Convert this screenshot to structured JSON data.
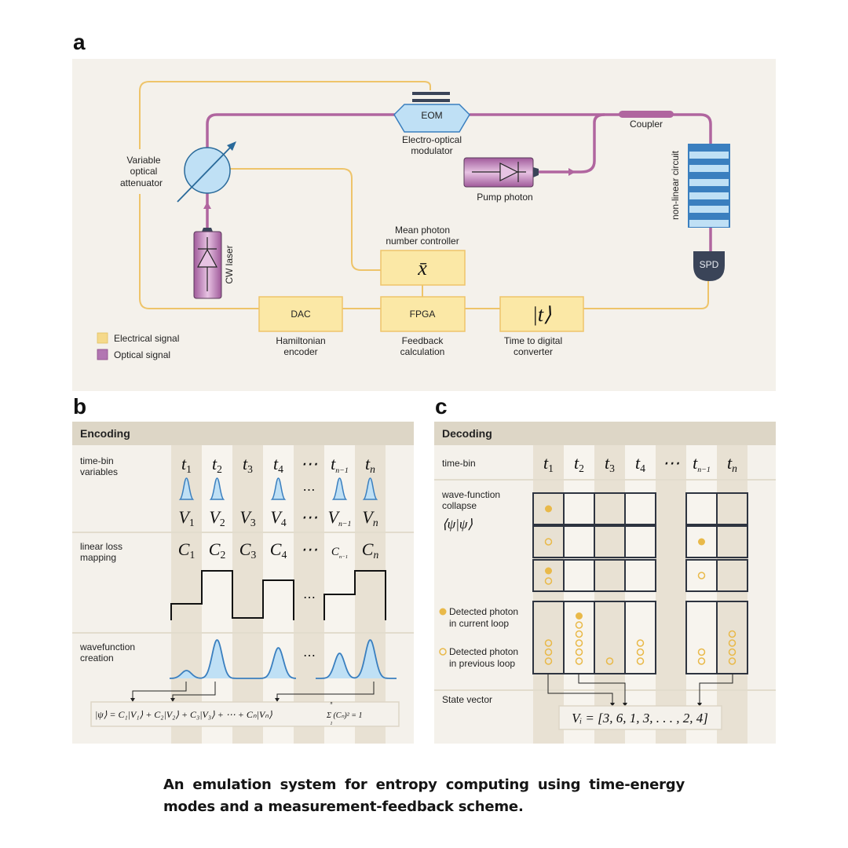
{
  "panels": {
    "a": {
      "letter": "a",
      "components": {
        "eom": {
          "label": "EOM",
          "caption_line1": "Electro-optical",
          "caption_line2": "modulator"
        },
        "coupler": {
          "label": "Coupler"
        },
        "voa": {
          "caption_line1": "Variable",
          "caption_line2": "optical",
          "caption_line3": "attenuator"
        },
        "pump": {
          "caption": "Pump photon"
        },
        "nonlinear": {
          "caption": "non-linear circuit"
        },
        "spd": {
          "label": "SPD"
        },
        "cw_laser": {
          "caption": "CW laser"
        },
        "mean_photon": {
          "symbol": "x̄",
          "caption_line1": "Mean photon",
          "caption_line2": "number controller"
        },
        "dac": {
          "label": "DAC",
          "caption_line1": "Hamiltonian",
          "caption_line2": "encoder"
        },
        "fpga": {
          "label": "FPGA",
          "caption_line1": "Feedback",
          "caption_line2": "calculation"
        },
        "tdc": {
          "symbol": "|t⟩",
          "caption_line1": "Time to digital",
          "caption_line2": "converter"
        }
      },
      "legend": [
        {
          "label": "Electrical signal",
          "color": "#f5d98a"
        },
        {
          "label": "Optical signal",
          "color": "#b276b2"
        }
      ],
      "colors": {
        "electrical": "#eec46a",
        "optical": "#b0659f",
        "panel_bg": "#f4f1eb",
        "box_fill": "#fbe8a6",
        "blue": "#bfe0f5",
        "blue_dark": "#3a7fbf"
      }
    },
    "b": {
      "letter": "b",
      "header": "Encoding",
      "rows": {
        "timebin_label_1": "time-bin",
        "timebin_label_2": "variables",
        "loss_label_1": "linear loss",
        "loss_label_2": "mapping",
        "wave_label_1": "wavefunction",
        "wave_label_2": "creation"
      },
      "columns": [
        {
          "t": "t",
          "t_sub": "1",
          "v": "V",
          "v_sub": "1",
          "c": "C",
          "c_sub": "1",
          "has_pulse": true,
          "level": 0.3
        },
        {
          "t": "t",
          "t_sub": "2",
          "v": "V",
          "v_sub": "2",
          "c": "C",
          "c_sub": "2",
          "has_pulse": true,
          "level": 1.0
        },
        {
          "t": "t",
          "t_sub": "3",
          "v": "V",
          "v_sub": "3",
          "c": "C",
          "c_sub": "3",
          "has_pulse": false,
          "level": 0.0
        },
        {
          "t": "t",
          "t_sub": "4",
          "v": "V",
          "v_sub": "4",
          "c": "C",
          "c_sub": "4",
          "has_pulse": true,
          "level": 0.8
        },
        {
          "t": "⋯",
          "t_sub": "",
          "v": "⋯",
          "v_sub": "",
          "c": "⋯",
          "c_sub": "",
          "has_pulse": false,
          "ellipsis": true
        },
        {
          "t": "t",
          "t_sub": "n−1",
          "v": "V",
          "v_sub": "n−1",
          "c": "C",
          "c_sub": "n−1",
          "has_pulse": true,
          "level": 0.5
        },
        {
          "t": "t",
          "t_sub": "n",
          "v": "V",
          "v_sub": "n",
          "c": "C",
          "c_sub": "n",
          "has_pulse": true,
          "level": 1.0
        }
      ],
      "equation": "|ψ⟩ = C₁|V₁⟩ + C₂|V₂⟩ + C₃|V₃⟩ + ⋯ + Cₙ|Vₙ⟩",
      "normalization": "Σ (Cₙ)² = 1",
      "norm_upper": "n",
      "norm_lower": "1",
      "ellipsis": "⋯"
    },
    "c": {
      "letter": "c",
      "header": "Decoding",
      "rows": {
        "timebin_label": "time-bin",
        "collapse_label_1": "wave-function",
        "collapse_label_2": "collapse",
        "collapse_symbol": "⟨ψ|ψ⟩",
        "state_label": "State vector"
      },
      "columns": [
        {
          "t": "t",
          "t_sub": "1"
        },
        {
          "t": "t",
          "t_sub": "2"
        },
        {
          "t": "t",
          "t_sub": "3"
        },
        {
          "t": "t",
          "t_sub": "4"
        },
        {
          "t": "⋯",
          "t_sub": ""
        },
        {
          "t": "t",
          "t_sub": "n−1"
        },
        {
          "t": "t",
          "t_sub": "n"
        }
      ],
      "legend": [
        {
          "label_1": "Detected photon",
          "label_2": "in current loop",
          "kind": "filled"
        },
        {
          "label_1": "Detected photon",
          "label_2": "in previous loop",
          "kind": "hollow"
        }
      ],
      "photon_counts": [
        3,
        6,
        1,
        3,
        null,
        2,
        4
      ],
      "state_vector": "Vᵢ = [3, 6, 1, 3, . . . , 2, 4]",
      "photon_color": "#e9b949"
    }
  },
  "caption": "An emulation system for entropy computing using time-energy modes and a measurement-feedback scheme."
}
